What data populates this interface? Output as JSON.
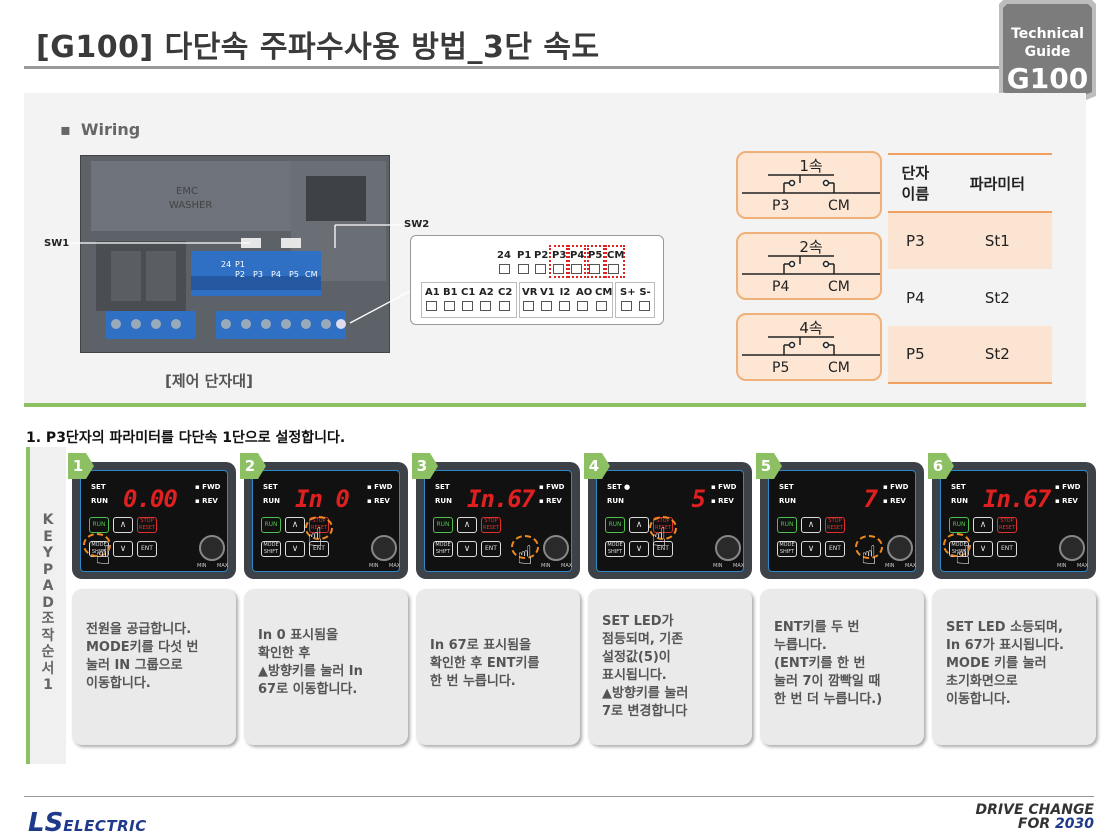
{
  "header": {
    "title": "[G100] 다단속 주파수사용 방법_3단 속도",
    "badge_line1": "Technical",
    "badge_line2": "Guide",
    "badge_line3": "G100"
  },
  "wiring": {
    "label": "Wiring",
    "bullet": "▪",
    "sw1": "SW1",
    "sw2": "SW2",
    "board_caption": "[제어 단자대]",
    "top_terminals": [
      "24",
      "P1",
      "P2",
      "P3",
      "P4",
      "P5",
      "CM"
    ],
    "bottom_terminals_a": [
      "A1",
      "B1",
      "C1",
      "A2",
      "C2"
    ],
    "bottom_terminals_b": [
      "VR",
      "V1",
      "I2",
      "AO",
      "CM"
    ],
    "bottom_terminals_c": [
      "S+",
      "S-"
    ],
    "board_text": {
      "emc1": "EMC",
      "emc2": "WASHER",
      "t": [
        "24",
        "P1",
        "P2",
        "P3",
        "P4",
        "P5",
        "CM"
      ]
    }
  },
  "switches": [
    {
      "title": "1속",
      "left": "P3",
      "right": "CM"
    },
    {
      "title": "2속",
      "left": "P4",
      "right": "CM"
    },
    {
      "title": "4속",
      "left": "P5",
      "right": "CM"
    }
  ],
  "param_table": {
    "headers": [
      "단자\n이름",
      "파라미터"
    ],
    "header_1a": "단자",
    "header_1b": "이름",
    "header_2": "파라미터",
    "rows": [
      {
        "terminal": "P3",
        "param": "St1"
      },
      {
        "terminal": "P4",
        "param": "St2"
      },
      {
        "terminal": "P5",
        "param": "St2"
      }
    ]
  },
  "steps": {
    "title": "1. P3단자의 파라미터를 다단속 1단으로 설정합니다.",
    "sidebar": [
      "K",
      "E",
      "Y",
      "P",
      "A",
      "D",
      "조",
      "작",
      "순",
      "서",
      "1"
    ],
    "keypad_labels": {
      "set": "SET",
      "run": "RUN",
      "fwd": "FWD",
      "rev": "REV",
      "run_btn": "RUN",
      "stop_btn": "STOP RESET",
      "mode_btn": "MODE SHIFT",
      "ent_btn": "ENT",
      "min": "MIN",
      "max": "MAX"
    },
    "items": [
      {
        "num": "1",
        "display": "0.00",
        "lines": [
          "전원을 공급합니다.",
          "MODE키를 다섯 번",
          "눌러 IN 그룹으로",
          "이동합니다."
        ]
      },
      {
        "num": "2",
        "display": "In 0",
        "lines": [
          "In 0 표시됨을",
          "확인한 후",
          "▲방향키를 눌러 In",
          "67로 이동합니다."
        ]
      },
      {
        "num": "3",
        "display": "In.67",
        "lines": [
          "In 67로 표시됨을",
          "확인한 후 ENT키를",
          "한 번 누릅니다."
        ]
      },
      {
        "num": "4",
        "display": "5",
        "lines": [
          "SET LED가",
          "점등되며, 기존",
          "설정값(5)이",
          "표시됩니다.",
          "▲방향키를 눌러",
          "7로 변경합니다"
        ]
      },
      {
        "num": "5",
        "display": "7",
        "lines": [
          "ENT키를 두 번",
          "누릅니다.",
          "(ENT키를 한 번",
          "눌러 7이 깜빡일 때",
          "한 번 더 누릅니다.)"
        ]
      },
      {
        "num": "6",
        "display": "In.67",
        "lines": [
          "SET LED 소등되며,",
          "In 67가 표시됩니다.",
          "MODE 키를 눌러",
          "초기화면으로",
          "이동합니다."
        ]
      }
    ]
  },
  "footer": {
    "logo_ls": "LS",
    "logo_electric": "ELECTRIC",
    "slogan_line1": "DRIVE CHANGE",
    "slogan_line2_a": "FOR ",
    "slogan_line2_b": "2030"
  },
  "colors": {
    "accent_green": "#8cc063",
    "orange": "#f0a060",
    "badge_gray": "#8a8a8a",
    "ls_blue": "#1f3a8a",
    "led_red": "#e02020"
  }
}
